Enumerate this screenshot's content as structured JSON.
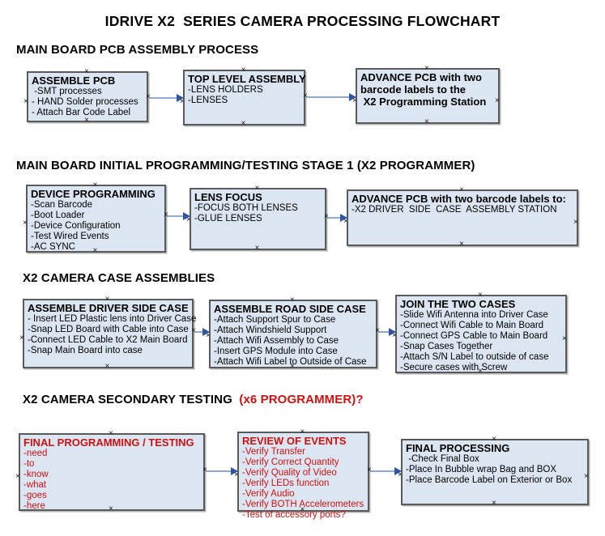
{
  "title": "IDRIVE X2  SERIES CAMERA PROCESSING FLOWCHART",
  "colors": {
    "background": "#ffffff",
    "text": "#000000",
    "box_fill": "#dce6f2",
    "box_border": "#5a5a5a",
    "connector_line": "#92a9d1",
    "connector_arrow": "#2f55a0",
    "red_text": "#cc1111"
  },
  "icons": {
    "handle": "x-selection-handle",
    "arrow": "right-arrowhead"
  },
  "sections": [
    {
      "heading": "MAIN BOARD PCB ASSEMBLY PROCESS",
      "boxes": [
        {
          "title": "ASSEMBLE PCB",
          "items": [
            " -SMT processes",
            "- HAND Solder processes",
            "- Attach Bar Code Label"
          ]
        },
        {
          "title": "TOP LEVEL ASSEMBLY",
          "items": [
            "-LENS HOLDERS",
            "-LENSES"
          ]
        },
        {
          "title": "ADVANCE PCB with two\nbarcode labels to the\n X2 Programming Station",
          "items": []
        }
      ]
    },
    {
      "heading": "MAIN BOARD INITIAL PROGRAMMING/TESTING STAGE 1 (X2 PROGRAMMER)",
      "boxes": [
        {
          "title": "DEVICE PROGRAMMING",
          "items": [
            "-Scan Barcode",
            "-Boot Loader",
            "-Device Configuration",
            "-Test Wired Events",
            "-AC SYNC"
          ]
        },
        {
          "title": "LENS FOCUS",
          "items": [
            "-FOCUS BOTH LENSES",
            "-GLUE LENSES"
          ]
        },
        {
          "title": "ADVANCE PCB with two barcode labels to:",
          "items": [
            "-X2 DRIVER  SIDE  CASE  ASSEMBLY STATION"
          ]
        }
      ]
    },
    {
      "heading": "X2 CAMERA CASE ASSEMBLIES",
      "boxes": [
        {
          "title": "ASSEMBLE DRIVER SIDE CASE",
          "items": [
            "- Insert LED Plastic lens into Driver Case",
            "-Snap LED Board with Cable into Case",
            "-Connect LED Cable to X2 Main Board",
            "-Snap Main Board into case"
          ]
        },
        {
          "title": "ASSEMBLE ROAD SIDE CASE",
          "items": [
            "-Attach Support Spur to Case",
            "-Attach Windshield Support",
            "-Attach Wifi Assembly to Case",
            "-Insert GPS Module into Case",
            "-Attach Wifi Label to Outside of Case"
          ]
        },
        {
          "title": "JOIN THE TWO CASES",
          "items": [
            "-Slide Wifi Antenna into Driver Case",
            "-Connect Wifi Cable to Main Board",
            "-Connect GPS Cable to Main Board",
            "-Snap Cases Together",
            "-Attach S/N Label to outside of case",
            "-Secure cases with Screw"
          ]
        }
      ]
    },
    {
      "heading": "X2 CAMERA SECONDARY TESTING ",
      "heading_red": " (x6 PROGRAMMER)?",
      "boxes": [
        {
          "title": "FINAL PROGRAMMING / TESTING",
          "items": [
            "-need",
            "-to",
            "-know",
            "-what",
            "-goes",
            "-here"
          ]
        },
        {
          "title": "REVIEW OF EVENTS",
          "items": [
            "-Verify Transfer",
            "-Verify Correct Quantity",
            "-Verify Quality of Video",
            "-Verify LEDs function",
            "-Verify Audio",
            "-Verify BOTH Accelerometers",
            "-Test of accessory ports?"
          ]
        },
        {
          "title": "FINAL PROCESSING",
          "items": [
            " -Check Final Box",
            "-Place In Bubble wrap Bag and BOX",
            "-Place Barcode Label on Exterior or Box"
          ]
        }
      ]
    }
  ]
}
